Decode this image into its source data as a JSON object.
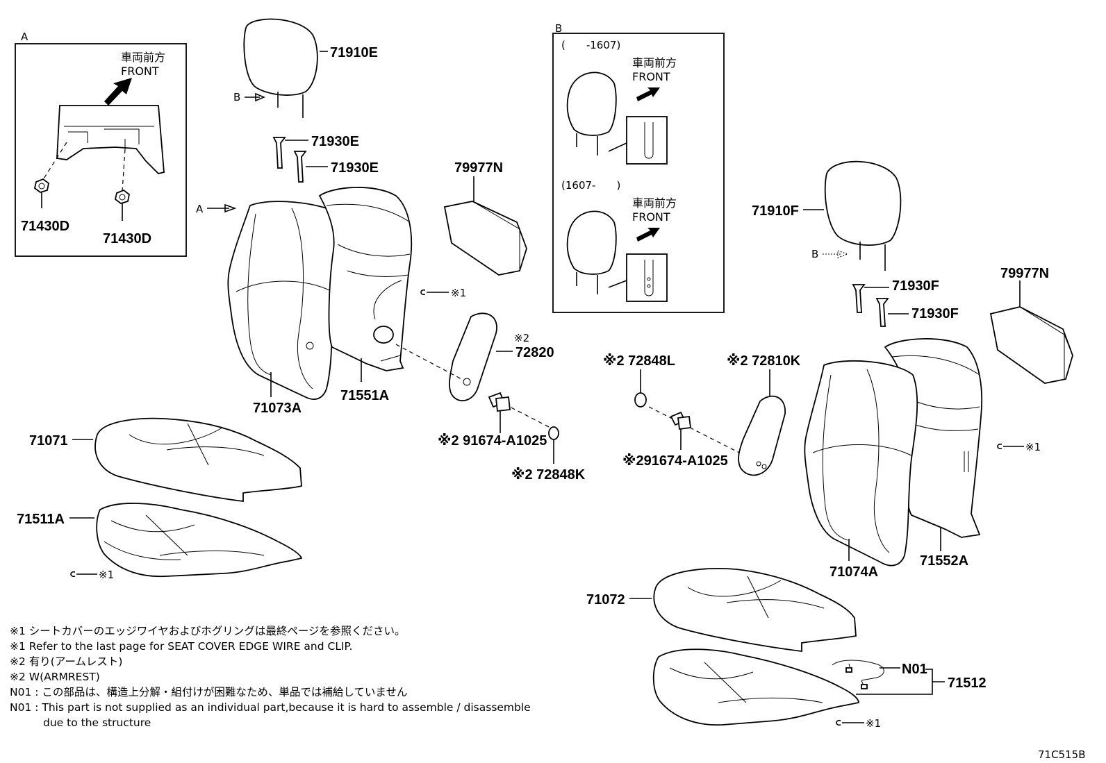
{
  "insets": {
    "a": {
      "label": "A",
      "front_jp": "車両前方",
      "front_en": "FRONT",
      "bolt_left": "71430D",
      "bolt_right": "71430D"
    },
    "b": {
      "label": "B",
      "range_top": "(　　-1607)",
      "range_bottom": "(1607-　　)",
      "front_jp_top": "車両前方",
      "front_en_top": "FRONT",
      "front_jp_bottom": "車両前方",
      "front_en_bottom": "FRONT"
    }
  },
  "callouts": {
    "a_arrow": "A",
    "b_arrow_left": "B",
    "b_arrow_right": "B"
  },
  "parts": {
    "headrest_left": "71910E",
    "support_left_upper": "71930E",
    "support_left_lower": "71930E",
    "armrest_cover_left": "79977N",
    "seatback_cover_left": "71073A",
    "seatback_pad_left": "71551A",
    "ref1_a": "※1",
    "armrest_left_mark": "※2",
    "armrest_left": "72820",
    "screw_left": "※2 91674-A1025",
    "cap_left": "※2 72848K",
    "cushion_cover_left": "71071",
    "cushion_pad_left": "71511A",
    "ref1_b": "※1",
    "cap_right": "※2 72848L",
    "armrest_right": "※2 72810K",
    "screw_right": "※291674-A1025",
    "headrest_right": "71910F",
    "support_right_upper": "71930F",
    "support_right_lower": "71930F",
    "armrest_cover_right": "79977N",
    "ref1_c": "※1",
    "seatback_cover_right": "71074A",
    "seatback_pad_right": "71552A",
    "cushion_cover_right": "71072",
    "wire_harness": "N01",
    "cushion_assy_right": "71512",
    "ref1_d": "※1"
  },
  "notes": [
    "※1 シートカバーのエッジワイヤおよびホグリングは最終ページを参照ください。",
    "※1 Refer to the last page for SEAT COVER EDGE WIRE and CLIP.",
    "※2 有り(アームレスト)",
    "※2 W(ARMREST)",
    "N01 : この部品は、構造上分解・組付けが困難なため、単品では補給していません",
    "N01 : This part is not supplied as an individual part,because it is hard to assemble / disassemble",
    "due to the structure"
  ],
  "diagram_code": "71C515B"
}
